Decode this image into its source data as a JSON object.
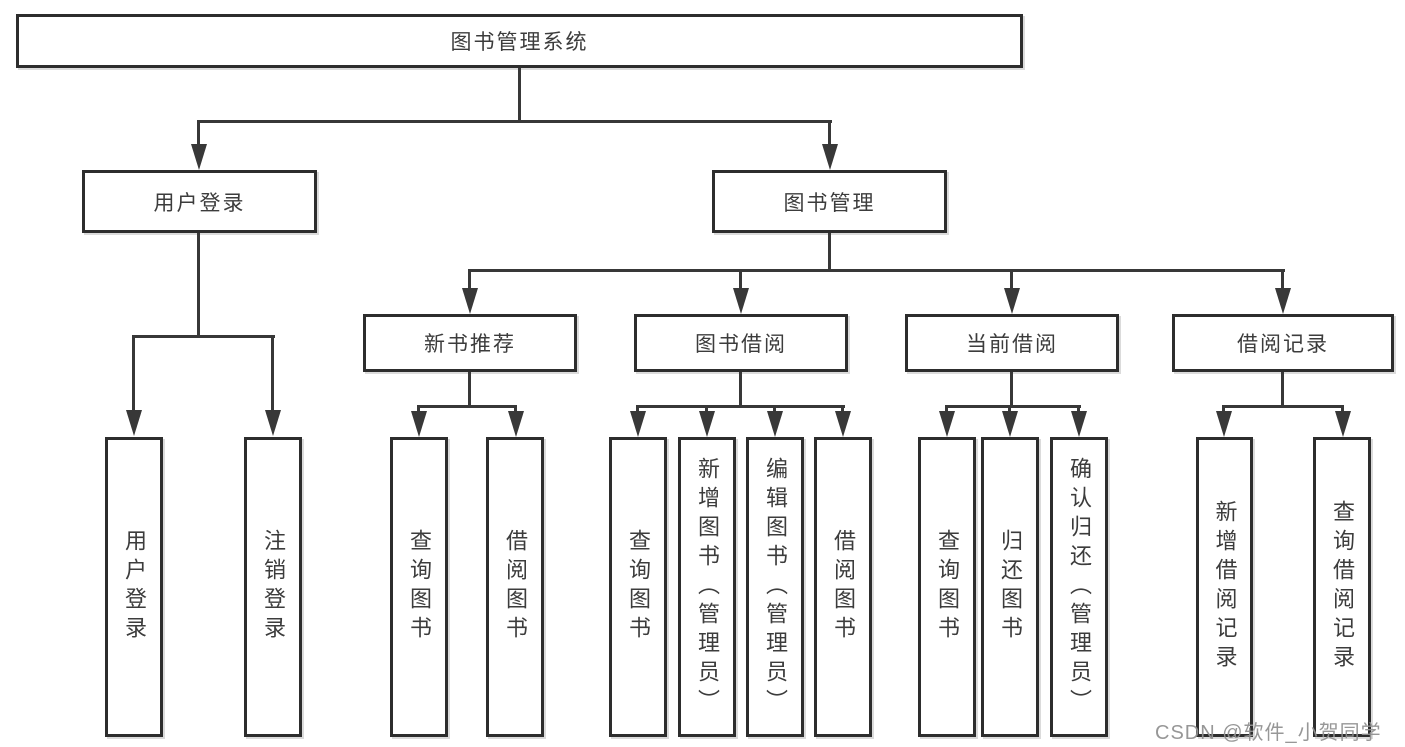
{
  "diagram": {
    "title": "图书管理系统",
    "root": {
      "label": "图书管理系统"
    },
    "level2": [
      {
        "label": "用户登录"
      },
      {
        "label": "图书管理"
      }
    ],
    "level3": [
      {
        "label": "新书推荐",
        "parent": "图书管理"
      },
      {
        "label": "图书借阅",
        "parent": "图书管理"
      },
      {
        "label": "当前借阅",
        "parent": "图书管理"
      },
      {
        "label": "借阅记录",
        "parent": "图书管理"
      }
    ],
    "leaves": [
      {
        "label": "用户登录",
        "parent": "用户登录"
      },
      {
        "label": "注销登录",
        "parent": "用户登录"
      },
      {
        "label": "查询图书",
        "parent": "新书推荐"
      },
      {
        "label": "借阅图书",
        "parent": "新书推荐"
      },
      {
        "label": "查询图书",
        "parent": "图书借阅"
      },
      {
        "label": "新增图书（管理员）",
        "parent": "图书借阅"
      },
      {
        "label": "编辑图书（管理员）",
        "parent": "图书借阅"
      },
      {
        "label": "借阅图书",
        "parent": "图书借阅"
      },
      {
        "label": "查询图书",
        "parent": "当前借阅"
      },
      {
        "label": "归还图书",
        "parent": "当前借阅"
      },
      {
        "label": "确认归还（管理员）",
        "parent": "当前借阅"
      },
      {
        "label": "新增借阅记录",
        "parent": "借阅记录"
      },
      {
        "label": "查询借阅记录",
        "parent": "借阅记录"
      }
    ]
  },
  "colors": {
    "line": "#383838",
    "box_border": "#2d2d2d",
    "box_fill": "#ffffff",
    "text": "#3c3c3c",
    "watermark": "#919191"
  },
  "watermark": "CSDN @软件_小贺同学"
}
